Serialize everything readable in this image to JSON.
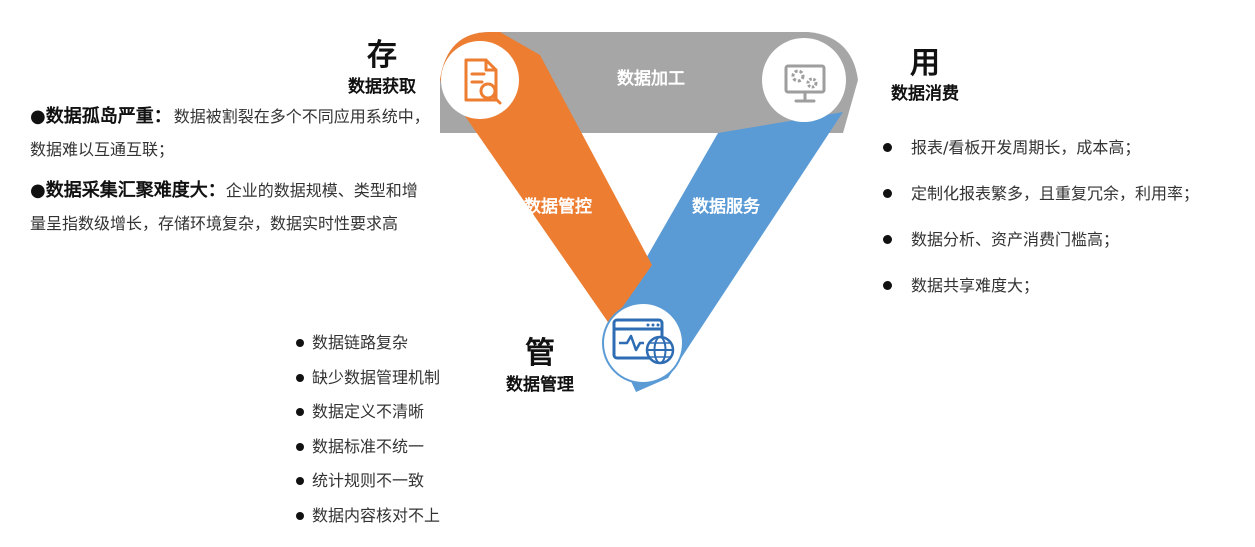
{
  "diagram": {
    "bands": {
      "top": "数据加工",
      "left": "数据管控",
      "right": "数据服务"
    },
    "nodes": {
      "store": {
        "char": "存",
        "label": "数据获取"
      },
      "use": {
        "char": "用",
        "label": "数据消费"
      },
      "manage": {
        "char": "管",
        "label": "数据管理"
      }
    },
    "icons": {
      "store": "document-search-icon",
      "use": "monitor-gears-icon",
      "manage": "browser-globe-icon"
    },
    "colors": {
      "top_band": "#a6a6a6",
      "left_band": "#ed7d31",
      "right_band": "#5b9bd5"
    }
  },
  "left_panel": {
    "items": [
      {
        "lead": "数据孤岛严重：",
        "text": "数据被割裂在多个不同应用系统中，数据难以互通互联；"
      },
      {
        "lead": "数据采集汇聚难度大：",
        "text": "企业的数据规模、类型和增量呈指数级增长，存储环境复杂，数据实时性要求高"
      }
    ]
  },
  "right_panel": {
    "items": [
      "报表/看板开发周期长，成本高；",
      "定制化报表繁多，且重复冗余，利用率；",
      "数据分析、资产消费门槛高；",
      "数据共享难度大；"
    ]
  },
  "bottom_panel": {
    "items": [
      "数据链路复杂",
      "缺少数据管理机制",
      "数据定义不清晰",
      "数据标准不统一",
      "统计规则不一致",
      "数据内容核对不上"
    ]
  }
}
